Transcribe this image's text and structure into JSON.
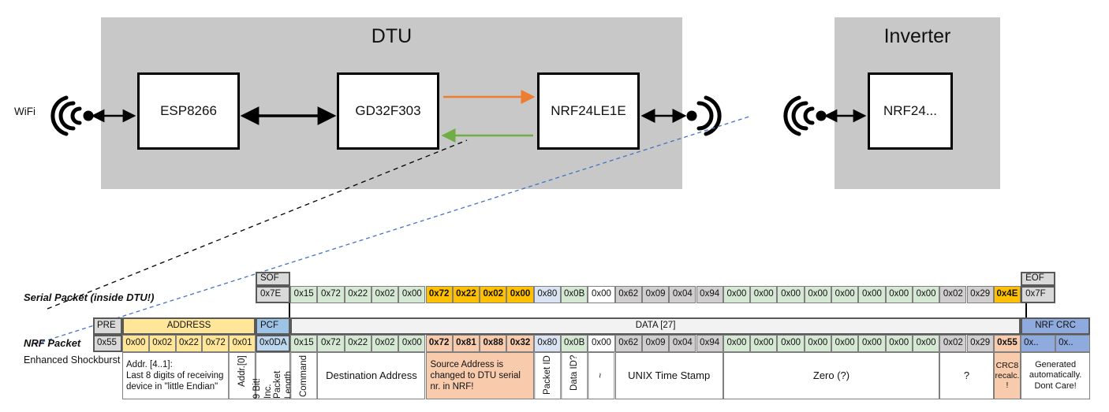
{
  "diagram": {
    "dtu": {
      "title": "DTU",
      "chips": [
        {
          "name": "ESP8266"
        },
        {
          "name": "GD32F303"
        },
        {
          "name": "NRF24LE1E"
        }
      ],
      "wifi_label": "WiFi"
    },
    "inverter": {
      "title": "Inverter",
      "chips": [
        {
          "name": "NRF24..."
        }
      ]
    },
    "arrow_colors": {
      "request": "#ED7D31",
      "response": "#70AD47",
      "link": "#000000",
      "callout_serial": "#000000",
      "callout_nrf": "#4472C4"
    }
  },
  "labels": {
    "serial_packet": "Serial Packet (inside DTU!)",
    "nrf_packet": "NRF Packet",
    "shockburst": "Enhanced Shockburst"
  },
  "colors": {
    "grey": "#D9D9D9",
    "green": "#D5E8D4",
    "yellow": "#FFE699",
    "orange": "#FFC000",
    "salmon": "#F8CBAD",
    "blue": "#D9E2F3",
    "bluehdr": "#8FAADC",
    "lightblue": "#DAE3F3",
    "greydata": "#D0CECE",
    "white": "#FFFFFF",
    "headergrey": "#F2F2F2"
  },
  "serial_packet": {
    "sof_header": "SOF",
    "eof_header": "EOF",
    "sof_value": "0x7E",
    "eof_value": "0x7F",
    "bytes": [
      {
        "v": "0x15",
        "c": "green"
      },
      {
        "v": "0x72",
        "c": "green"
      },
      {
        "v": "0x22",
        "c": "green"
      },
      {
        "v": "0x02",
        "c": "green"
      },
      {
        "v": "0x00",
        "c": "green"
      },
      {
        "v": "0x72",
        "c": "orange",
        "b": true
      },
      {
        "v": "0x22",
        "c": "orange",
        "b": true
      },
      {
        "v": "0x02",
        "c": "orange",
        "b": true
      },
      {
        "v": "0x00",
        "c": "orange",
        "b": true
      },
      {
        "v": "0x80",
        "c": "lightblue"
      },
      {
        "v": "0x0B",
        "c": "green"
      },
      {
        "v": "0x00",
        "c": "white"
      },
      {
        "v": "0x62",
        "c": "greydata"
      },
      {
        "v": "0x09",
        "c": "greydata"
      },
      {
        "v": "0x04",
        "c": "greydata"
      },
      {
        "v": "0x94",
        "c": "greydata"
      },
      {
        "v": "0x00",
        "c": "green"
      },
      {
        "v": "0x00",
        "c": "green"
      },
      {
        "v": "0x00",
        "c": "green"
      },
      {
        "v": "0x00",
        "c": "green"
      },
      {
        "v": "0x00",
        "c": "green"
      },
      {
        "v": "0x00",
        "c": "green"
      },
      {
        "v": "0x00",
        "c": "green"
      },
      {
        "v": "0x00",
        "c": "green"
      },
      {
        "v": "0x02",
        "c": "greydata"
      },
      {
        "v": "0x29",
        "c": "greydata"
      },
      {
        "v": "0x4E",
        "c": "orange",
        "b": true
      }
    ]
  },
  "nrf_packet": {
    "headers": {
      "pre": "PRE",
      "address": "ADDRESS",
      "pcf": "PCF",
      "data": "DATA [27]",
      "nrf_crc": "NRF CRC"
    },
    "pre_value": "0x55",
    "address_values": [
      "0x00",
      "0x02",
      "0x22",
      "0x72",
      "0x01"
    ],
    "pcf_value": "0x0DA",
    "crc_values": [
      "0x..",
      "0x.."
    ],
    "bytes": [
      {
        "v": "0x15",
        "c": "green"
      },
      {
        "v": "0x72",
        "c": "green"
      },
      {
        "v": "0x22",
        "c": "green"
      },
      {
        "v": "0x02",
        "c": "green"
      },
      {
        "v": "0x00",
        "c": "green"
      },
      {
        "v": "0x72",
        "c": "salmon",
        "b": true
      },
      {
        "v": "0x81",
        "c": "salmon",
        "b": true
      },
      {
        "v": "0x88",
        "c": "salmon",
        "b": true
      },
      {
        "v": "0x32",
        "c": "salmon",
        "b": true
      },
      {
        "v": "0x80",
        "c": "lightblue"
      },
      {
        "v": "0x0B",
        "c": "green"
      },
      {
        "v": "0x00",
        "c": "white"
      },
      {
        "v": "0x62",
        "c": "greydata"
      },
      {
        "v": "0x09",
        "c": "greydata"
      },
      {
        "v": "0x04",
        "c": "greydata"
      },
      {
        "v": "0x94",
        "c": "greydata"
      },
      {
        "v": "0x00",
        "c": "green"
      },
      {
        "v": "0x00",
        "c": "green"
      },
      {
        "v": "0x00",
        "c": "green"
      },
      {
        "v": "0x00",
        "c": "green"
      },
      {
        "v": "0x00",
        "c": "green"
      },
      {
        "v": "0x00",
        "c": "green"
      },
      {
        "v": "0x00",
        "c": "green"
      },
      {
        "v": "0x00",
        "c": "green"
      },
      {
        "v": "0x02",
        "c": "greydata"
      },
      {
        "v": "0x29",
        "c": "greydata"
      },
      {
        "v": "0x55",
        "c": "salmon",
        "b": true
      }
    ]
  },
  "descriptions": {
    "address": "Addr. [4..1]:\nLast 8 digits of receiving\ndevice in \"little Endian\"",
    "addr0": "Addr.[0]",
    "pcf_line1": "9 Bit!",
    "pcf_line2": "Inc. Packet",
    "pcf_line3": "Length",
    "command": "Command",
    "destination": "Destination Address",
    "source": "Source Address is changed to DTU serial nr. in NRF!",
    "packet_id": "Packet ID",
    "data_id": "Data ID?",
    "tilde": "~",
    "unix": "UNIX Time Stamp",
    "zero": "Zero (?)",
    "question": "?",
    "crc8": "CRC8 recalc. !",
    "crc8_l1": "CRC8",
    "crc8_l2": "recalc.",
    "crc8_l3": "!",
    "generated_l1": "Generated",
    "generated_l2": "automatically.",
    "generated_l3": "Dont Care!"
  }
}
